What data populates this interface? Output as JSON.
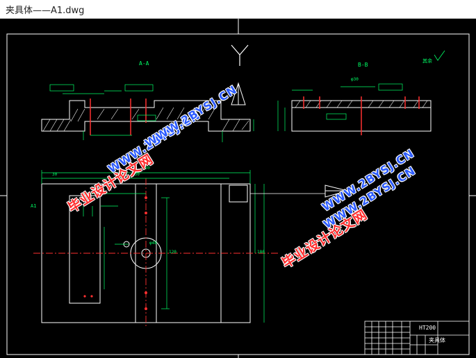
{
  "window": {
    "title": "夹具体——A1.dwg"
  },
  "drawing": {
    "section_aa_label": "A-A",
    "section_bb_label": "B-B",
    "roughness_label": "其余",
    "material": "HT200",
    "part_name": "夹具体",
    "side_label_left": "A1",
    "dims": {
      "overall_length": "380",
      "inner_length": "330",
      "left_offset": "30",
      "height": "180",
      "hole_pitch": "120",
      "bore": "φ48",
      "slot": "φ30"
    }
  },
  "watermarks": [
    {
      "text": "毕业设计论文网",
      "style": "red"
    },
    {
      "text": "WWW.2BYSJ.CN",
      "style": "blue"
    },
    {
      "text": "毕业设计论文网",
      "style": "red"
    },
    {
      "text": "WWW.2BYSJ.CN",
      "style": "blue"
    },
    {
      "text": "WWW.2BYSJ.CN",
      "style": "blue"
    },
    {
      "text": "WWW.2BYSJ.CN",
      "style": "blue"
    }
  ]
}
